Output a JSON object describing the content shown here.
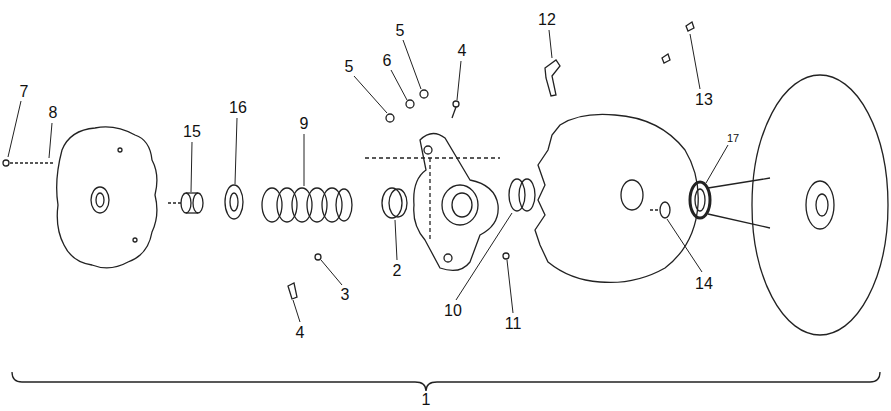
{
  "diagram": {
    "labels": [
      "7",
      "8",
      "15",
      "16",
      "9",
      "5",
      "6",
      "5",
      "4",
      "12",
      "13",
      "17",
      "2",
      "3",
      "4",
      "10",
      "11",
      "14",
      "1"
    ]
  }
}
